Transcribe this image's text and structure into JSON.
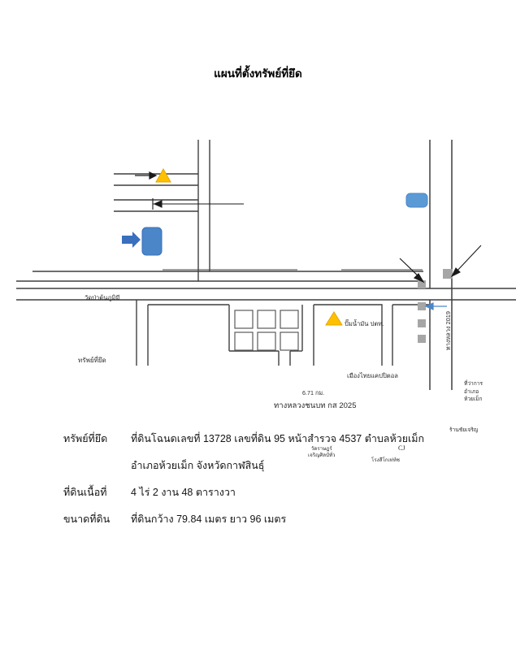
{
  "document": {
    "title": "แผนที่ตั้งทรัพย์ที่ยึด"
  },
  "map": {
    "labels": {
      "wat_pa_ton_phumi": "วัดป่าต้นภูมิมี",
      "seized_property": "ทรัพย์ที่ยึด",
      "ptt_gas_station": "ปั๊มน้ำมัน ปตท.",
      "muangthai_capital": "เมืองไทยแคปปิตอล",
      "distance": "6.71 กม.",
      "rural_highway": "ทางหลวงชนบท กส 2025",
      "highway_2019": "ทางหลวง 2019",
      "district_office_line1": "ที่ว่าการ",
      "district_office_line2": "อำเภอ",
      "district_office_line3": "ห้วยเม็ก",
      "ran_chaicharoen": "ร้านชัยเจริญ",
      "wat_rat_line1": "วัดราษฎร์",
      "wat_rat_line2": "เจริญศิลป์ทั่ว",
      "cj": "CJ",
      "rongsi": "โรงสีโกเท่ห์ซ"
    },
    "colors": {
      "seized_marker": "#4a86c8",
      "ptt_marker": "#5b9bd5",
      "temple_marker": "#ffc000",
      "arrow_blue": "#3a6fbd",
      "road_line": "#3f3f3f",
      "building_grey": "#a6a6a6"
    }
  },
  "details": {
    "rows": [
      {
        "key": "ทรัพย์ที่ยึด",
        "value_line1": "ที่ดินโฉนดเลขที่ 13728 เลขที่ดิน 95 หน้าสำรวจ 4537 ตำบลห้วยเม็ก",
        "value_line2": "อำเภอห้วยเม็ก  จังหวัดกาฬสินธุ์"
      },
      {
        "key": "ที่ดินเนื้อที่",
        "value_line1": "4 ไร่ 2 งาน 48 ตารางวา",
        "value_line2": ""
      },
      {
        "key": "ขนาดที่ดิน",
        "value_line1": "ที่ดินกว้าง 79.84 เมตร ยาว 96 เมตร",
        "value_line2": ""
      }
    ]
  }
}
